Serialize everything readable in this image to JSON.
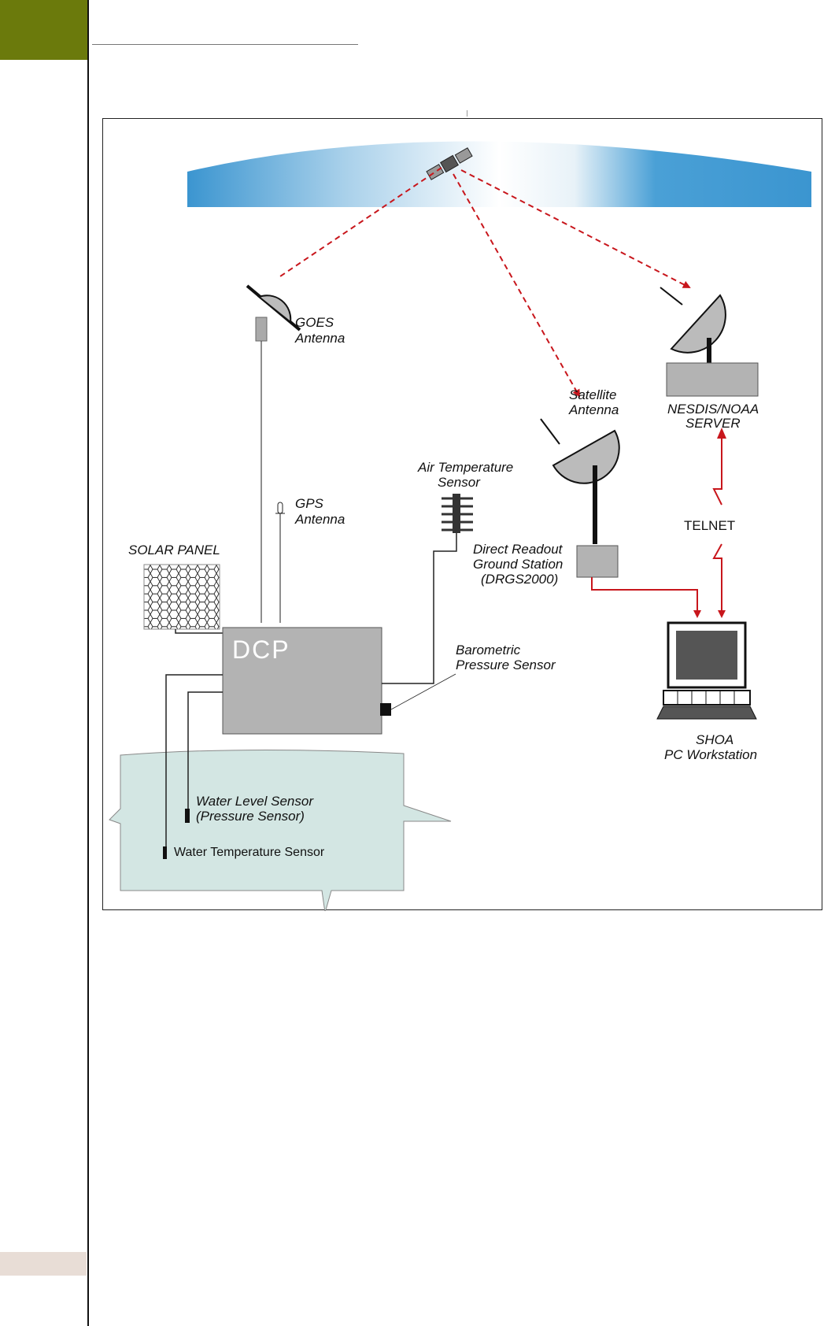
{
  "colors": {
    "corner_block": "#6b7a0c",
    "footer_tab": "#e8ddd6",
    "arrow_red": "#c8161c",
    "equipment_gray": "#b3b3b3",
    "water": "#d3e6e3",
    "sky_blue": "#3b95d0"
  },
  "icons": [
    "satellite-icon",
    "dish-antenna-icon",
    "gps-antenna-icon",
    "temperature-sensor-icon",
    "solar-panel-icon",
    "computer-workstation-icon",
    "lightning-link-icon"
  ],
  "diagram": {
    "labels": {
      "goes_antenna": [
        "GOES",
        "Antenna"
      ],
      "satellite_antenna": [
        "Satellite",
        "Antenna"
      ],
      "nesdis_server": [
        "NESDIS/NOAA",
        "SERVER"
      ],
      "air_temp_sensor": [
        "Air Temperature",
        "Sensor"
      ],
      "gps_antenna": [
        "GPS",
        "Antenna"
      ],
      "solar_panel": "SOLAR PANEL",
      "dcp": "DCP",
      "direct_readout": [
        "Direct Readout",
        "Ground Station",
        "(DRGS2000)"
      ],
      "telnet": "TELNET",
      "barometric_sensor": [
        "Barometric",
        "Pressure Sensor"
      ],
      "shoa_workstation": [
        "SHOA",
        "PC Workstation"
      ],
      "water_level_sensor": [
        "Water Level Sensor",
        "(Pressure Sensor)"
      ],
      "water_temp_sensor": "Water Temperature Sensor"
    }
  }
}
